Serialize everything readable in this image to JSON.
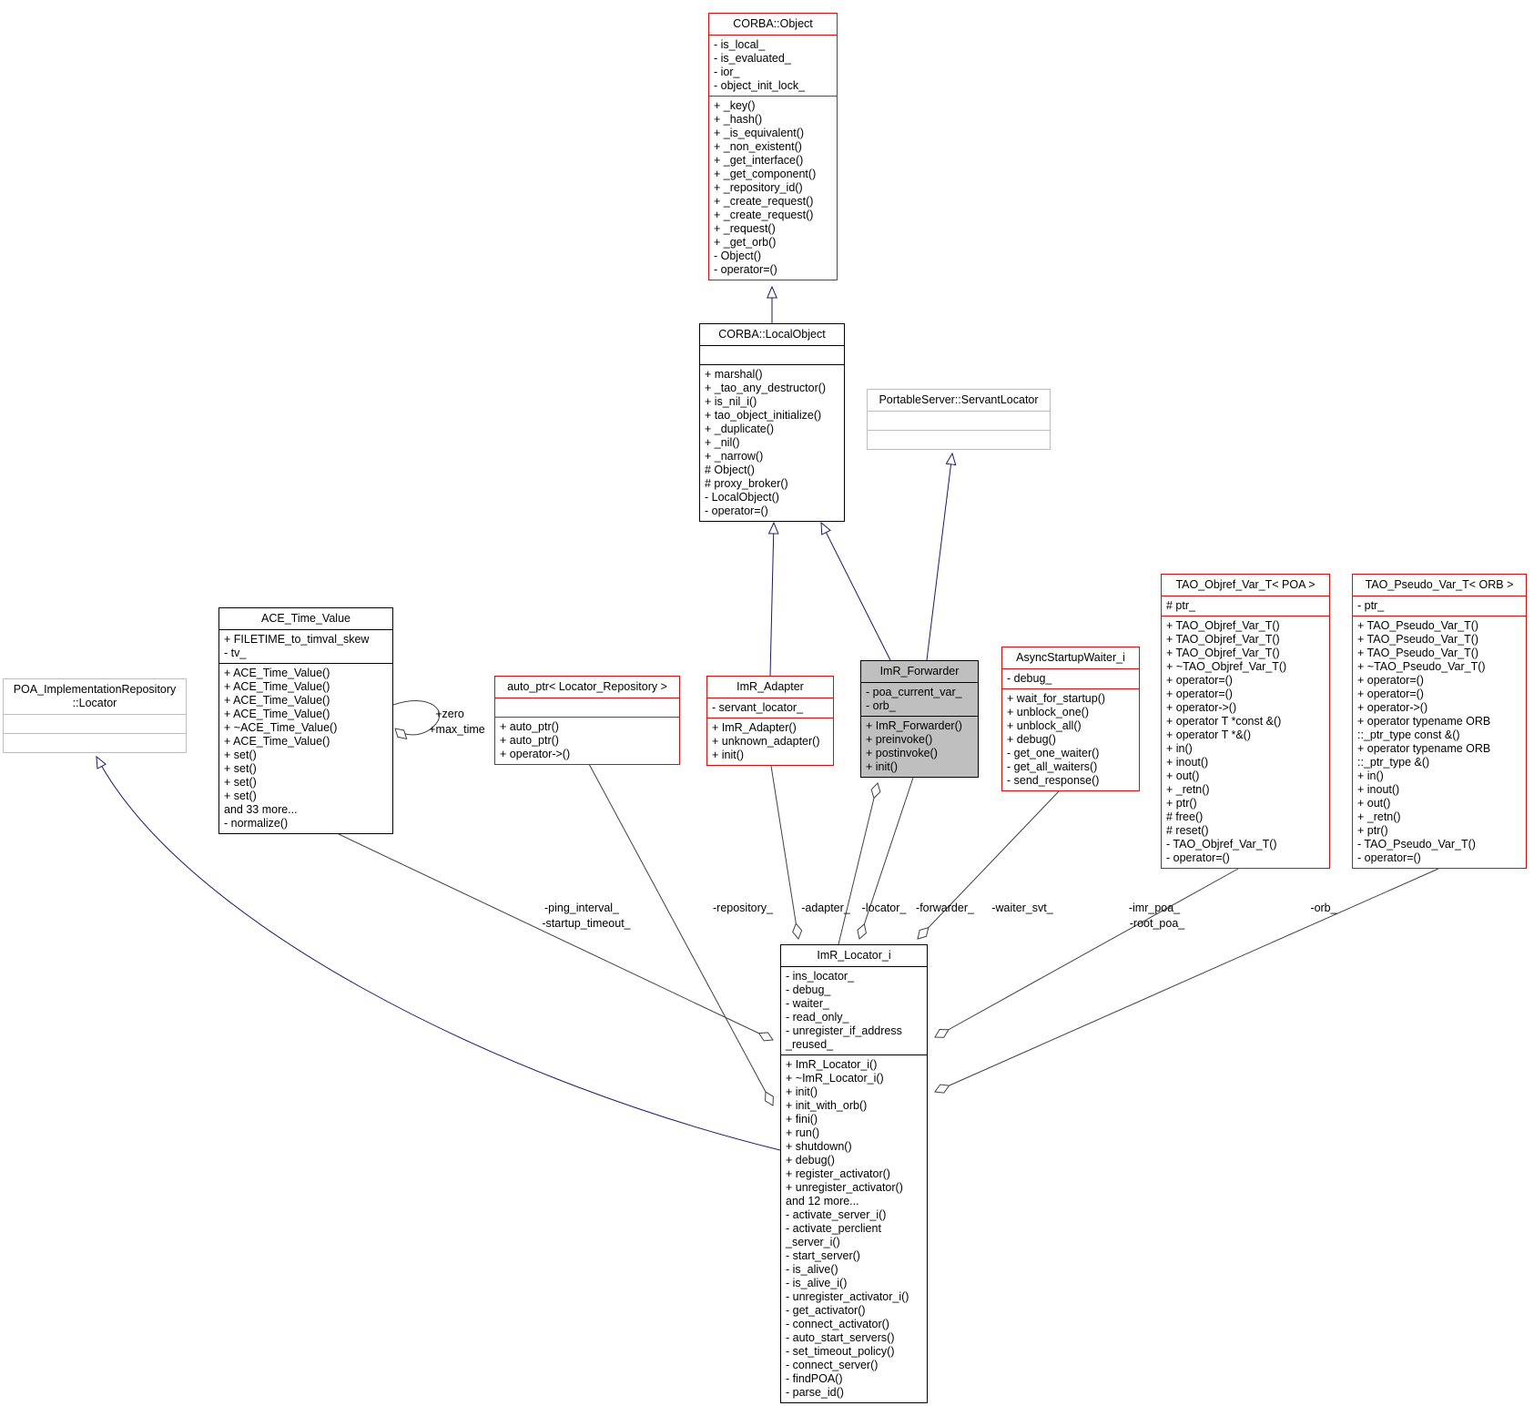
{
  "diagram": {
    "kind": "uml-collaboration-diagram",
    "colors": {
      "background": "#ffffff",
      "truncated_class_border": "#ff0000",
      "class_border": "#000000",
      "external_class_border": "#bdbdbd",
      "current_class_fill": "#bfbfbf",
      "generalization_edge": "#191970",
      "aggregation_edge": "#404040",
      "text": "#000000"
    }
  },
  "classes": {
    "corba_object": {
      "title": "CORBA::Object",
      "attributes": [
        "- is_local_",
        "- is_evaluated_",
        "- ior_",
        "- object_init_lock_"
      ],
      "methods": [
        "+ _key()",
        "+ _hash()",
        "+ _is_equivalent()",
        "+ _non_existent()",
        "+ _get_interface()",
        "+ _get_component()",
        "+ _repository_id()",
        "+ _create_request()",
        "+ _create_request()",
        "+ _request()",
        "+ _get_orb()",
        "- Object()",
        "- operator=()"
      ]
    },
    "corba_localobject": {
      "title": "CORBA::LocalObject",
      "attributes": [],
      "methods": [
        "+ marshal()",
        "+ _tao_any_destructor()",
        "+ is_nil_i()",
        "+ tao_object_initialize()",
        "+ _duplicate()",
        "+ _nil()",
        "+ _narrow()",
        "# Object()",
        "# proxy_broker()",
        "- LocalObject()",
        "- operator=()"
      ]
    },
    "servant_locator": {
      "title": "PortableServer::ServantLocator",
      "attributes": [],
      "methods": []
    },
    "ace_time_value": {
      "title": "ACE_Time_Value",
      "attributes": [
        "+ FILETIME_to_timval_skew",
        "- tv_"
      ],
      "methods": [
        "+ ACE_Time_Value()",
        "+ ACE_Time_Value()",
        "+ ACE_Time_Value()",
        "+ ACE_Time_Value()",
        "+ ~ACE_Time_Value()",
        "+ ACE_Time_Value()",
        "+ set()",
        "+ set()",
        "+ set()",
        "+ set()",
        "and 33 more...",
        "- normalize()"
      ]
    },
    "poa_impl_locator": {
      "title": "POA_ImplementationRepository\n::Locator",
      "attributes": [],
      "methods": []
    },
    "auto_ptr": {
      "title": "auto_ptr< Locator_Repository >",
      "attributes": [],
      "methods": [
        "+ auto_ptr()",
        "+ auto_ptr()",
        "+ operator->()"
      ]
    },
    "imr_adapter": {
      "title": "ImR_Adapter",
      "attributes": [
        "- servant_locator_"
      ],
      "methods": [
        "+ ImR_Adapter()",
        "+ unknown_adapter()",
        "+ init()"
      ]
    },
    "imr_forwarder": {
      "title": "ImR_Forwarder",
      "attributes": [
        "- poa_current_var_",
        "- orb_"
      ],
      "methods": [
        "+ ImR_Forwarder()",
        "+ preinvoke()",
        "+ postinvoke()",
        "+ init()"
      ]
    },
    "async_startup_waiter": {
      "title": "AsyncStartupWaiter_i",
      "attributes": [
        "- debug_"
      ],
      "methods": [
        "+ wait_for_startup()",
        "+ unblock_one()",
        "+ unblock_all()",
        "+ debug()",
        "- get_one_waiter()",
        "- get_all_waiters()",
        "- send_response()"
      ]
    },
    "tao_objref_var": {
      "title": "TAO_Objref_Var_T< POA >",
      "attributes": [
        "# ptr_"
      ],
      "methods": [
        "+ TAO_Objref_Var_T()",
        "+ TAO_Objref_Var_T()",
        "+ TAO_Objref_Var_T()",
        "+ ~TAO_Objref_Var_T()",
        "+ operator=()",
        "+ operator=()",
        "+ operator->()",
        "+ operator T *const &()",
        "+ operator T *&()",
        "+ in()",
        "+ inout()",
        "+ out()",
        "+ _retn()",
        "+ ptr()",
        "# free()",
        "# reset()",
        "- TAO_Objref_Var_T()",
        "- operator=()"
      ]
    },
    "tao_pseudo_var": {
      "title": "TAO_Pseudo_Var_T< ORB >",
      "attributes": [
        "- ptr_"
      ],
      "methods": [
        "+ TAO_Pseudo_Var_T()",
        "+ TAO_Pseudo_Var_T()",
        "+ TAO_Pseudo_Var_T()",
        "+ ~TAO_Pseudo_Var_T()",
        "+ operator=()",
        "+ operator=()",
        "+ operator->()",
        "+ operator typename ORB ::_ptr_type const &()",
        "+ operator typename ORB ::_ptr_type &()",
        "+ in()",
        "+ inout()",
        "+ out()",
        "+ _retn()",
        "+ ptr()",
        "- TAO_Pseudo_Var_T()",
        "- operator=()"
      ]
    },
    "imr_locator_i": {
      "title": "ImR_Locator_i",
      "attributes": [
        "- ins_locator_",
        "- debug_",
        "- waiter_",
        "- read_only_",
        "- unregister_if_address _reused_"
      ],
      "methods": [
        "+ ImR_Locator_i()",
        "+ ~ImR_Locator_i()",
        "+ init()",
        "+ init_with_orb()",
        "+ fini()",
        "+ run()",
        "+ shutdown()",
        "+ debug()",
        "+ register_activator()",
        "+ unregister_activator()",
        "and 12 more...",
        "- activate_server_i()",
        "- activate_perclient _server_i()",
        "- start_server()",
        "- is_alive()",
        "- is_alive_i()",
        "- unregister_activator_i()",
        "- get_activator()",
        "- connect_activator()",
        "- auto_start_servers()",
        "- set_timeout_policy()",
        "- connect_server()",
        "- findPOA()",
        "- parse_id()"
      ]
    }
  },
  "edge_labels": {
    "zero": "+zero",
    "max_time": "+max_time",
    "ping_interval": "-ping_interval_",
    "startup_timeout": "-startup_timeout_",
    "repository": "-repository_",
    "adapter": "-adapter_",
    "locator": "-locator_",
    "forwarder": "-forwarder_",
    "waiter_svt": "-waiter_svt_",
    "imr_poa": "-imr_poa_",
    "root_poa": "-root_poa_",
    "orb": "-orb_"
  }
}
